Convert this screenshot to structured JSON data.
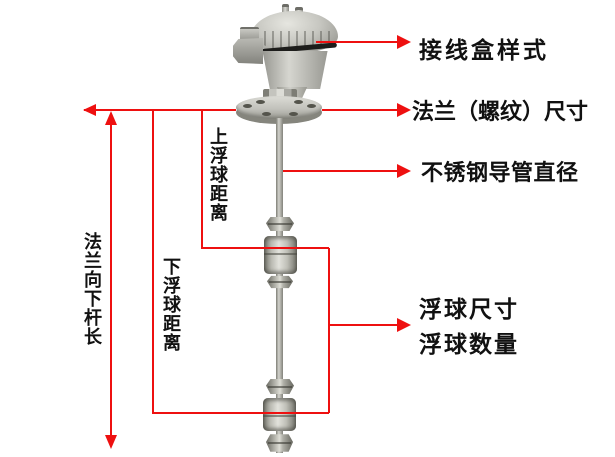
{
  "colors": {
    "background": "#ffffff",
    "annotation_red": "#ee1010",
    "label_text": "#111111"
  },
  "callouts": {
    "junction_box_style": "接线盒样式",
    "flange_thread_size": "法兰（螺纹）尺寸",
    "tube_diameter": "不锈钢导管直径",
    "float_size": "浮球尺寸",
    "float_count": "浮球数量"
  },
  "dimensions": {
    "rod_length_below_flange": "法兰向下杆长",
    "upper_float_distance": "上浮球距离",
    "lower_float_distance": "下浮球距离"
  },
  "photo": {
    "subject": "flange-mounted float level switch with junction box, stainless guide rod and two float assemblies"
  }
}
